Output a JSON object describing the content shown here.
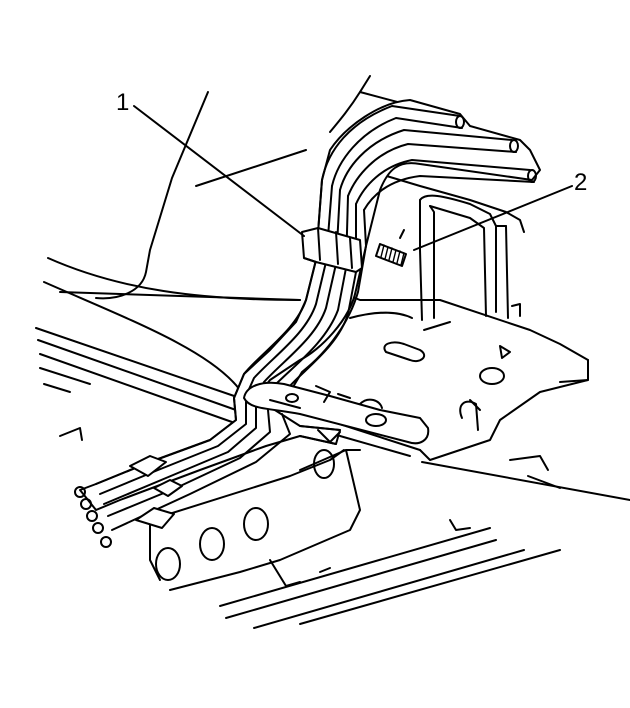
{
  "callouts": [
    {
      "label": "1",
      "target": "line-retainer-clip"
    },
    {
      "label": "2",
      "target": "stud"
    }
  ],
  "colors": {
    "line": "#000000",
    "background": "#ffffff"
  }
}
